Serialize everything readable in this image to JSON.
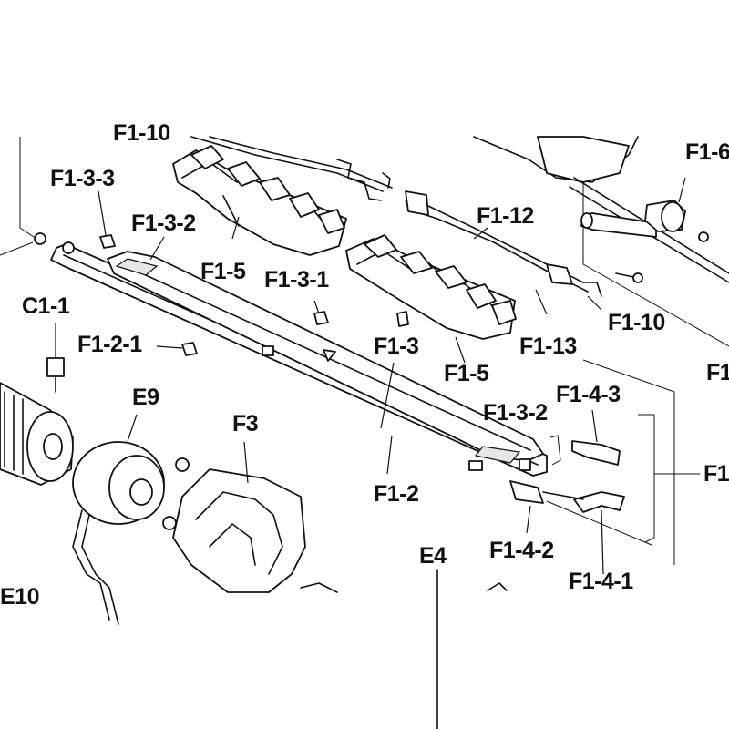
{
  "diagram": {
    "labels": {
      "f1_10_top": "F1-10",
      "f1_6": "F1-6",
      "f1_3_3": "F1-3-3",
      "f1_3_2_left": "F1-3-2",
      "f1_5_left": "F1-5",
      "f1_12": "F1-12",
      "f1_3_1": "F1-3-1",
      "c1_1": "C1-1",
      "f1_2_1": "F1-2-1",
      "f1_3": "F1-3",
      "f1_13": "F1-13",
      "f1_10": "F1-10",
      "f1_right_a": "F1",
      "f1_5_right": "F1-5",
      "e9": "E9",
      "f3": "F3",
      "f1_3_2_right": "F1-3-2",
      "f1_4_3": "F1-4-3",
      "f1_right_b": "F1",
      "f1_2": "F1-2",
      "f1_4_2": "F1-4-2",
      "e4": "E4",
      "f1_4_1": "F1-4-1",
      "e10": "E10"
    }
  }
}
